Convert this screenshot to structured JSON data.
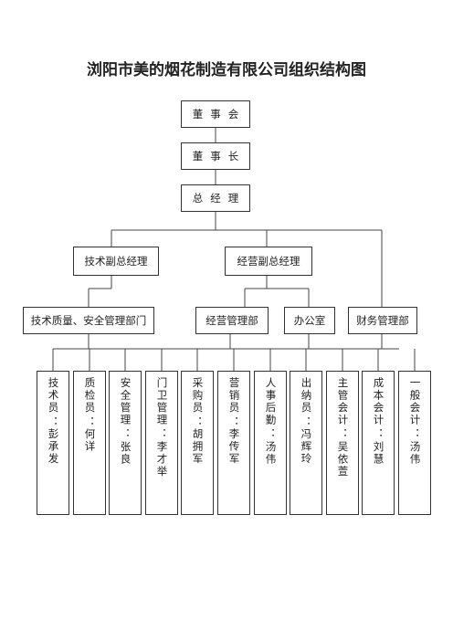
{
  "title": "浏阳市美的烟花制造有限公司组织结构图",
  "top_nodes": {
    "board": "董事会",
    "chairman": "董事长",
    "gm": "总经理"
  },
  "vp": {
    "tech": "技术副总经理",
    "ops": "经营副总经理"
  },
  "departments": {
    "quality": "技术质量、安全管理部门",
    "business": "经营管理部",
    "office": "办公室",
    "finance": "财务管理部"
  },
  "staff": [
    {
      "role": "技术员",
      "name": "彭承发"
    },
    {
      "role": "质检员",
      "name": "何详"
    },
    {
      "role": "安全管理",
      "name": "张良"
    },
    {
      "role": "门卫管理",
      "name": "李才举"
    },
    {
      "role": "采购员",
      "name": "胡拥军"
    },
    {
      "role": "营销员",
      "name": "李传军"
    },
    {
      "role": "人事后勤",
      "name": "汤伟"
    },
    {
      "role": "出纳员",
      "name": "冯辉玲"
    },
    {
      "role": "主管会计",
      "name": "吴依萱"
    },
    {
      "role": "成本会计",
      "name": "刘慧"
    },
    {
      "role": "一般会计",
      "name": "汤伟"
    }
  ],
  "separator": "："
}
